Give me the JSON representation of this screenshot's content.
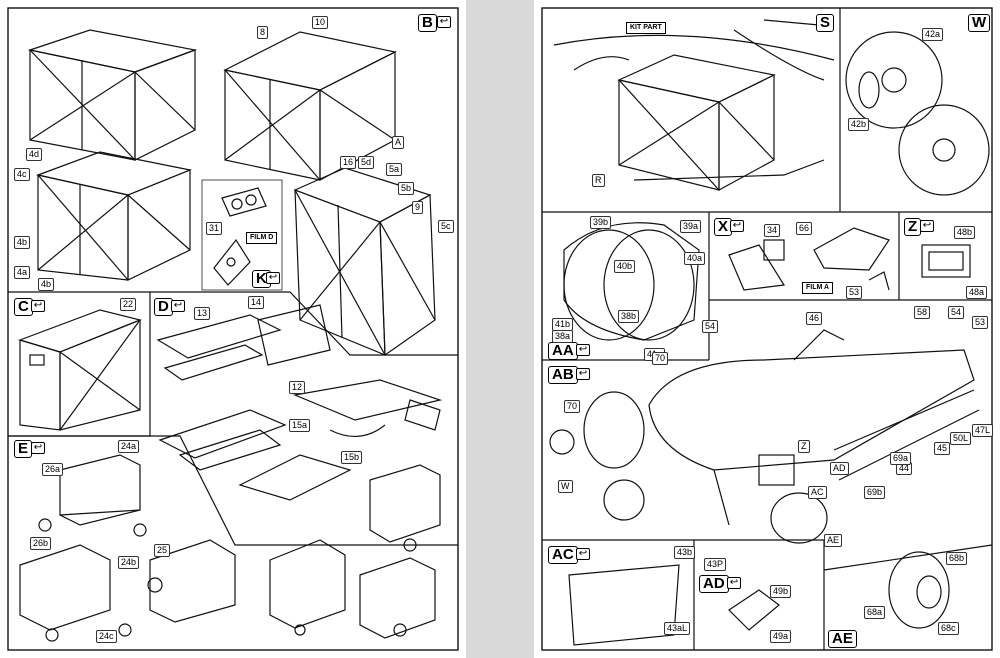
{
  "colors": {
    "ink": "#111111",
    "paper": "#ffffff",
    "background": "#d9d9d9"
  },
  "icons": {
    "step_arrow": "return-arrow-icon"
  },
  "left_page": {
    "sections": {
      "B": {
        "title": "B",
        "labels": [
          "10",
          "8",
          "A",
          "16",
          "5d",
          "5a",
          "5b",
          "9",
          "5c",
          "4d",
          "4c",
          "4b",
          "4a",
          "4b"
        ]
      },
      "K": {
        "title": "K",
        "labels": [
          "31"
        ],
        "film": "FILM D"
      },
      "C": {
        "title": "C",
        "labels": [
          "22"
        ]
      },
      "D": {
        "title": "D",
        "labels": [
          "14",
          "13",
          "12",
          "15a",
          "15b"
        ]
      },
      "E": {
        "title": "E",
        "labels": [
          "24a",
          "26a",
          "26b",
          "24b",
          "25",
          "24c"
        ]
      }
    }
  },
  "right_page": {
    "sections": {
      "S": {
        "title": "S",
        "labels": [
          "R"
        ],
        "kit_part": "KIT PART"
      },
      "W": {
        "title": "W",
        "labels": [
          "42a",
          "42b"
        ]
      },
      "AA": {
        "title": "AA",
        "labels": [
          "39b",
          "39a",
          "40a",
          "40b",
          "38b",
          "41b",
          "38a",
          "41a"
        ]
      },
      "X": {
        "title": "X",
        "labels": [
          "34",
          "66",
          "53"
        ],
        "film": "FILM A"
      },
      "Z": {
        "title": "Z",
        "labels": [
          "48b",
          "48a"
        ]
      },
      "AB": {
        "title": "AB",
        "labels": [
          "54",
          "46",
          "58",
          "54",
          "53",
          "70",
          "70",
          "47L",
          "50L",
          "45",
          "44",
          "69a",
          "69b",
          "Z",
          "AD",
          "AC",
          "W",
          "AE"
        ]
      },
      "AC": {
        "title": "AC",
        "labels": [
          "43b",
          "43aL"
        ]
      },
      "AD": {
        "title": "AD",
        "labels": [
          "43P",
          "49b",
          "49a"
        ]
      },
      "AE": {
        "title": "AE",
        "labels": [
          "68b",
          "68a",
          "68c"
        ]
      }
    }
  }
}
